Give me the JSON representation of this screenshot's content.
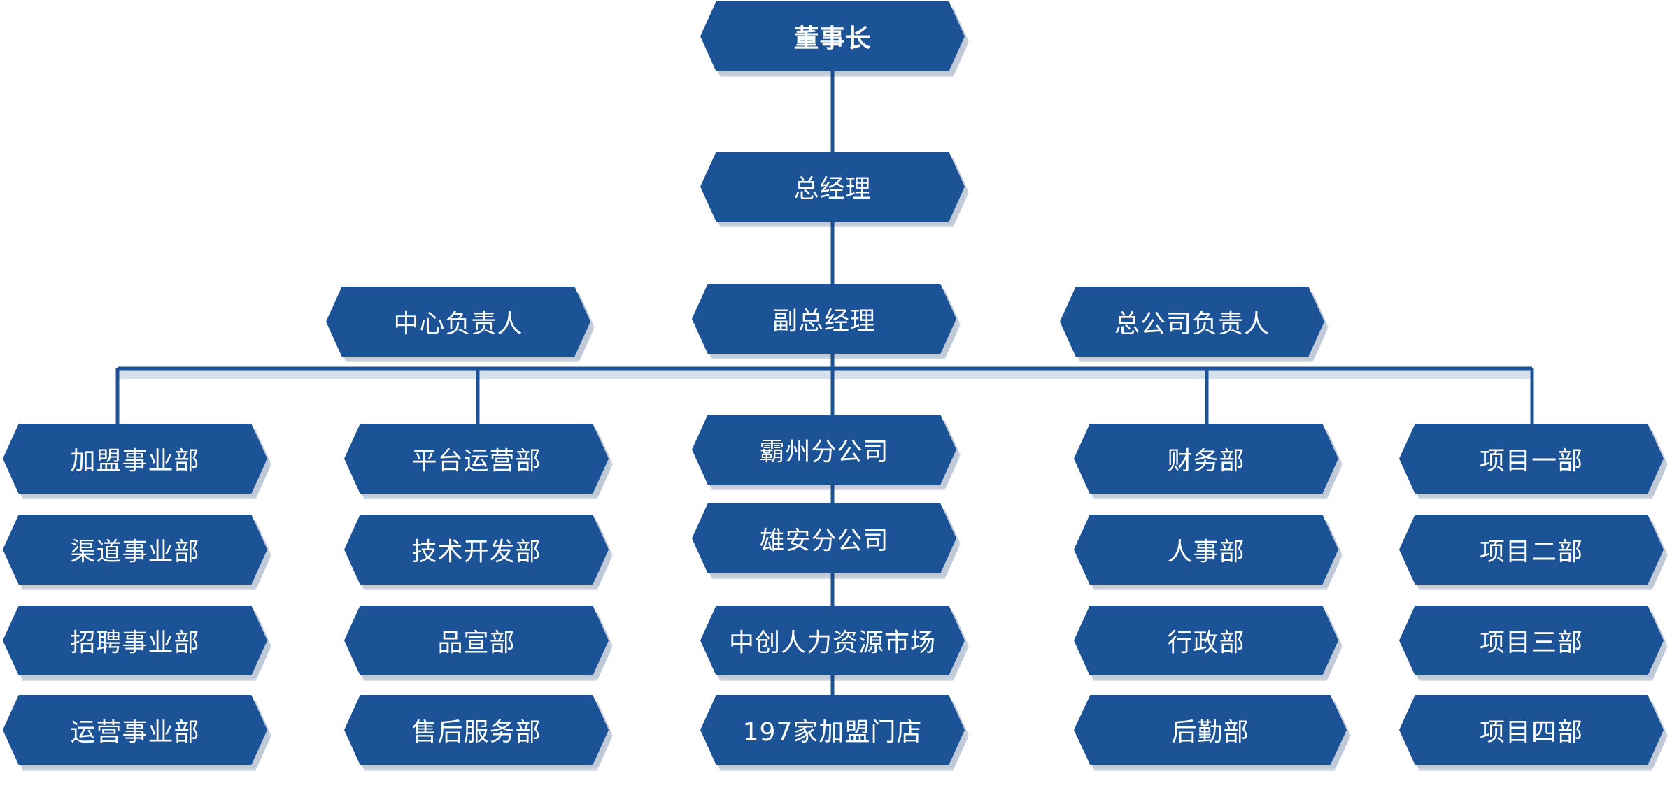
{
  "colors": {
    "node_fill": "#1c5396",
    "line": "#1c5396",
    "text": "#ffffff"
  },
  "chairman": "董事长",
  "general_manager": "总经理",
  "second_tier": {
    "center_head": "中心负责人",
    "deputy_gm": "副总经理",
    "hq_head": "总公司负责人"
  },
  "columns": {
    "col1": [
      "加盟事业部",
      "渠道事业部",
      "招聘事业部",
      "运营事业部"
    ],
    "col2": [
      "平台运营部",
      "技术开发部",
      "品宣部",
      "售后服务部"
    ],
    "col3": [
      "霸州分公司",
      "雄安分公司",
      "中创人力资源市场",
      "197家加盟门店"
    ],
    "col4": [
      "财务部",
      "人事部",
      "行政部",
      "后勤部"
    ],
    "col5": [
      "项目一部",
      "项目二部",
      "项目三部",
      "项目四部"
    ]
  }
}
